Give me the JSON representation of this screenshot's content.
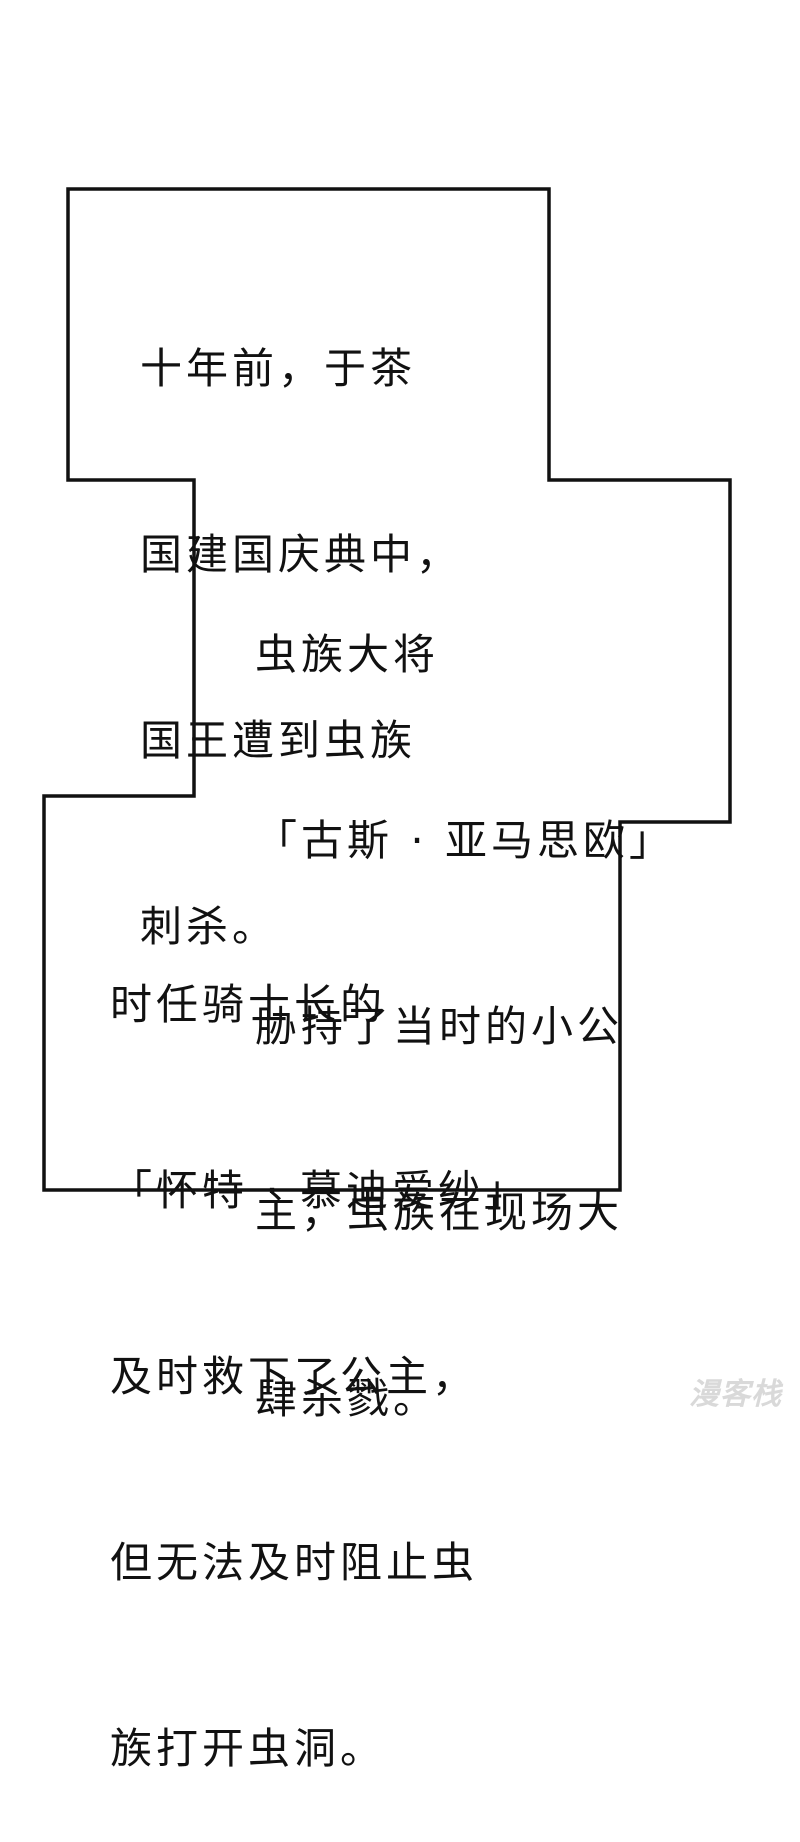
{
  "caption_box": {
    "border_color": "#111111",
    "fill_color": "#ffffff",
    "blocks": [
      {
        "lines": [
          "十年前，于茶",
          "国建国庆典中，",
          "国王遭到虫族",
          "刺杀。"
        ]
      },
      {
        "lines": [
          "虫族大将",
          "「古斯 · 亚马思欧」",
          "胁持了当时的小公",
          "主，虫族在现场大",
          "肆杀戮。"
        ]
      },
      {
        "lines": [
          "时任骑士长的",
          "「怀特 · 慕迪爱纱」",
          "及时救下了公主，",
          "但无法及时阻止虫",
          "族打开虫洞。"
        ]
      }
    ]
  },
  "watermark": {
    "text": "漫客栈"
  }
}
